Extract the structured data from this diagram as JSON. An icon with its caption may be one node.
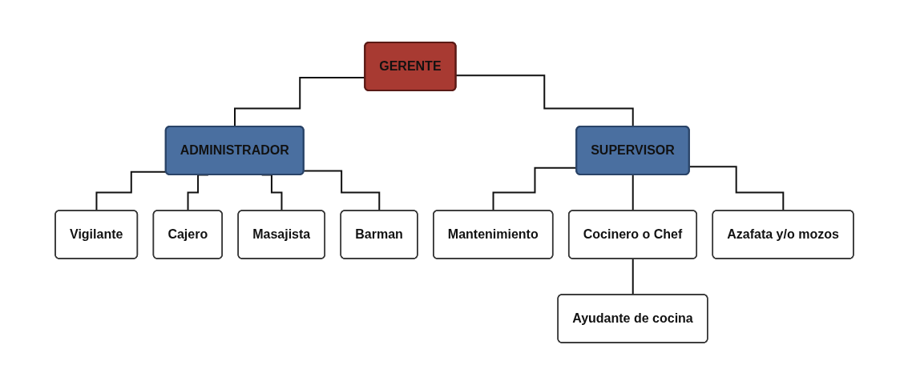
{
  "diagram": {
    "nodes": [
      {
        "text": [
          "GERENTE"
        ]
      },
      {
        "text": [
          "ADMINISTRADOR"
        ]
      },
      {
        "text": [
          "SUPERVISOR"
        ]
      },
      {
        "text": [
          "Vigilante"
        ]
      },
      {
        "text": [
          "Cajero"
        ]
      },
      {
        "text": [
          "Masajista"
        ]
      },
      {
        "text": [
          "Barman"
        ]
      },
      {
        "text": [
          "Mantenimiento"
        ]
      },
      {
        "text": [
          "Cocinero o Chef"
        ]
      },
      {
        "text": [
          "Azafata y/o mozos"
        ]
      },
      {
        "text": [
          "Ayudante de cocina"
        ]
      }
    ],
    "edges": [
      {
        "from": 0,
        "to": 1,
        "arrow": "none"
      },
      {
        "from": 0,
        "to": 2,
        "arrow": "none"
      },
      {
        "from": 1,
        "to": 3,
        "arrow": "none"
      },
      {
        "from": 1,
        "to": 4,
        "arrow": "none"
      },
      {
        "from": 1,
        "to": 5,
        "arrow": "none"
      },
      {
        "from": 1,
        "to": 6,
        "arrow": "none"
      },
      {
        "from": 2,
        "to": 7,
        "arrow": "none"
      },
      {
        "from": 2,
        "to": 8,
        "arrow": "none"
      },
      {
        "from": 2,
        "to": 9,
        "arrow": "none"
      },
      {
        "from": 8,
        "to": 10,
        "arrow": "none"
      }
    ]
  }
}
